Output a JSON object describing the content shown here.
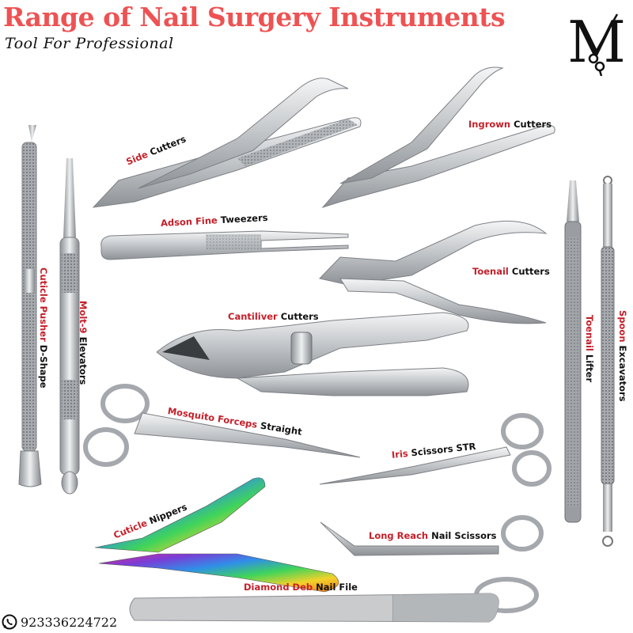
{
  "header": {
    "title": "Range of Nail Surgery Instruments",
    "subtitle": "Tool For Professional",
    "title_color": "#ee5253",
    "logo_letter": "M",
    "logo_icon": "scissors-icon"
  },
  "instruments": [
    {
      "id": "side-cutters",
      "highlight": "Side",
      "rest": "Cutters"
    },
    {
      "id": "ingrown-cutters",
      "highlight": "Ingrown",
      "rest": "Cutters"
    },
    {
      "id": "adson-fine-tweezers",
      "highlight": "Adson Fine",
      "rest": "Tweezers"
    },
    {
      "id": "toenail-cutters",
      "highlight": "Toenail",
      "rest": "Cutters"
    },
    {
      "id": "cantiliver-cutters",
      "highlight": "Cantiliver",
      "rest": "Cutters"
    },
    {
      "id": "mosquito-forceps-straight",
      "highlight": "Mosquito Forceps",
      "rest": "Straight"
    },
    {
      "id": "iris-scissors-str",
      "highlight": "Iris",
      "rest": "Scissors STR"
    },
    {
      "id": "cuticle-nippers",
      "highlight": "Cuticle",
      "rest": "Nippers"
    },
    {
      "id": "long-reach-nail-scissors",
      "highlight": "Long Reach",
      "rest": "Nail Scissors"
    },
    {
      "id": "diamond-deb-nail-file",
      "highlight": "Diamond Deb",
      "rest": "Nail File"
    },
    {
      "id": "cuticle-pusher-d-shape",
      "highlight": "Cuticle Pusher",
      "rest": "D-Shape"
    },
    {
      "id": "molt-9-elevators",
      "highlight": "Molt-9",
      "rest": "Elevators"
    },
    {
      "id": "toenail-lifter",
      "highlight": "Toenail",
      "rest": "Lifter"
    },
    {
      "id": "spoon-excavators",
      "highlight": "Spoon",
      "rest": "Excavators"
    }
  ],
  "contact": {
    "icon": "whatsapp-icon",
    "phone": "923336224722"
  },
  "colors": {
    "highlight_red": "#c4202a",
    "label_black": "#111111",
    "steel": "#b8bcc0"
  }
}
